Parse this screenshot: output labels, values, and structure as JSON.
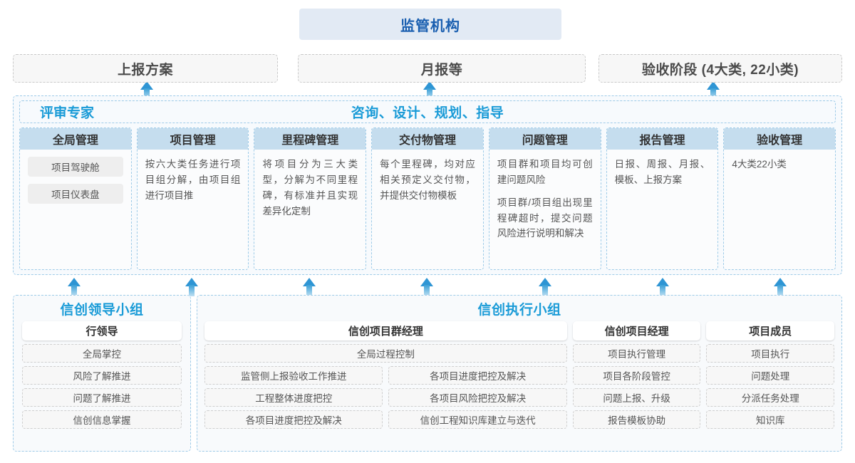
{
  "top": {
    "regulator": "监管机构",
    "reports": [
      {
        "label": "上报方案"
      },
      {
        "label": "月报等"
      },
      {
        "label": "验收阶段 (4大类, 22小类)"
      }
    ]
  },
  "middle": {
    "banner_left": "评审专家",
    "banner_center": "咨询、设计、规划、指导",
    "columns": [
      {
        "head": "全局管理",
        "paragraphs": [],
        "pills": [
          "项目驾驶舱",
          "项目仪表盘"
        ]
      },
      {
        "head": "项目管理",
        "paragraphs": [
          "按六大类任务进行项目组分解，由项目组进行项目推"
        ],
        "pills": []
      },
      {
        "head": "里程碑管理",
        "paragraphs": [
          "将项目分为三大类型，分解为不同里程碑，有标准并且实现差异化定制"
        ],
        "pills": []
      },
      {
        "head": "交付物管理",
        "paragraphs": [
          "每个里程碑，均对应相关预定义交付物，并提供交付物模板"
        ],
        "pills": []
      },
      {
        "head": "问题管理",
        "paragraphs": [
          "项目群和项目均可创建问题风险",
          "项目群/项目组出现里程碑超时，提交问题风险进行说明和解决"
        ],
        "pills": []
      },
      {
        "head": "报告管理",
        "paragraphs": [
          "日报、周报、月报、模板、上报方案"
        ],
        "pills": []
      },
      {
        "head": "验收管理",
        "paragraphs": [
          "4大类22小类"
        ],
        "pills": []
      }
    ]
  },
  "bottom": {
    "leader_group": {
      "title": "信创领导小组",
      "role": "行领导",
      "tasks": [
        "全局掌控",
        "风险了解推进",
        "问题了解推进",
        "信创信息掌握"
      ]
    },
    "exec_group": {
      "title": "信创执行小组",
      "program_manager": {
        "role": "信创项目群经理",
        "full_task": "全局过程控制",
        "left_tasks": [
          "监管侧上报验收工作推进",
          "工程整体进度把控",
          "各项目进度把控及解决"
        ],
        "right_tasks": [
          "各项目进度把控及解决",
          "各项目风险把控及解决",
          "信创工程知识库建立与迭代"
        ]
      },
      "project_manager": {
        "role": "信创项目经理",
        "tasks": [
          "项目执行管理",
          "项目各阶段管控",
          "问题上报、升级",
          "报告模板协助"
        ]
      },
      "member": {
        "role": "项目成员",
        "tasks": [
          "项目执行",
          "问题处理",
          "分派任务处理",
          "知识库"
        ]
      }
    }
  },
  "colors": {
    "accent": "#1a9bd7",
    "regulator_bg": "#e2eaf4",
    "regulator_text": "#1a5fb0",
    "col_head_bg": "#c5ddee",
    "arrow": "#2e95d4"
  }
}
